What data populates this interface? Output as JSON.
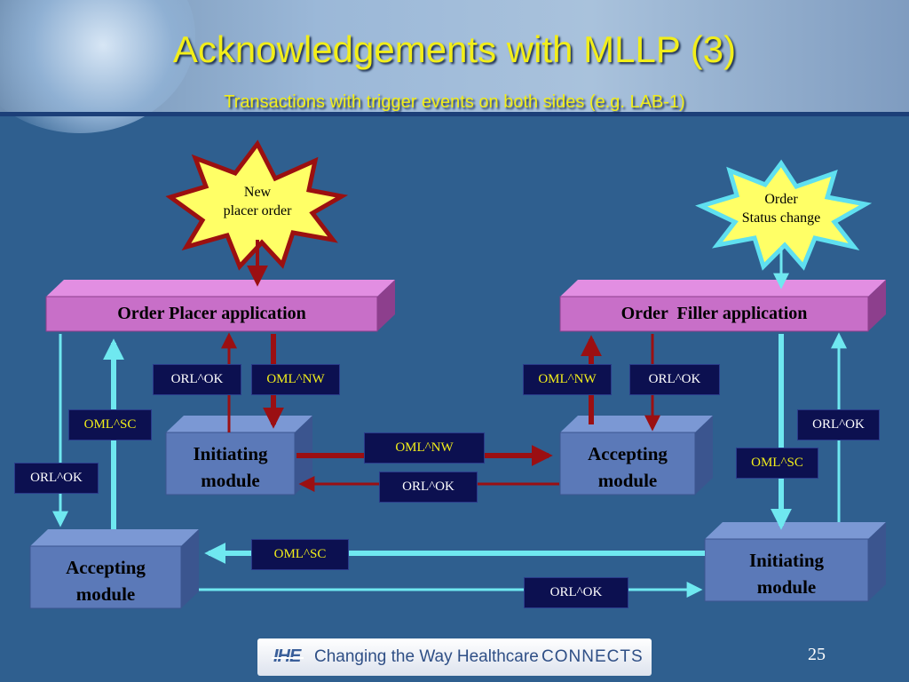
{
  "slide": {
    "title": "Acknowledgements with MLLP (3)",
    "subtitle": "Transactions with trigger events on both sides (e.g. LAB-1)",
    "page_number": "25"
  },
  "footer": {
    "logo_text": "IHE",
    "tagline": "Changing the Way Healthcare",
    "connects": "CONNECTS"
  },
  "colors": {
    "background": "#2f5f8f",
    "title": "#f2ee1a",
    "app_box": "#c86fc8",
    "module_box": "#5b79b8",
    "message_box": "#0c1050",
    "arrow_red": "#9b0f12",
    "arrow_cyan": "#6fe8f0",
    "star_fill": "#ffff66",
    "star_red_border": "#9b1010",
    "star_cyan_border": "#5fe0f0"
  },
  "diagram": {
    "events": {
      "new_placer_order": [
        "New",
        "placer order"
      ],
      "order_status_change": [
        "Order",
        "Status change"
      ]
    },
    "applications": {
      "placer": "Order Placer application",
      "filler": "Order  Filler application"
    },
    "modules": {
      "placer_initiating": [
        "Initiating",
        "module"
      ],
      "filler_accepting": [
        "Accepting",
        "module"
      ],
      "placer_accepting": [
        "Accepting",
        "module"
      ],
      "filler_initiating": [
        "Initiating",
        "module"
      ]
    },
    "messages": {
      "placer_orl_ok": "ORL^OK",
      "placer_oml_nw": "OML^NW",
      "filler_oml_nw": "OML^NW",
      "filler_orl_ok": "ORL^OK",
      "left_oml_sc": "OML^SC",
      "left_orl_ok": "ORL^OK",
      "center_oml_nw": "OML^NW",
      "center_orl_ok": "ORL^OK",
      "right_orl_ok": "ORL^OK",
      "right_oml_sc": "OML^SC",
      "bottom_oml_sc": "OML^SC",
      "bottom_orl_ok": "ORL^OK"
    }
  }
}
